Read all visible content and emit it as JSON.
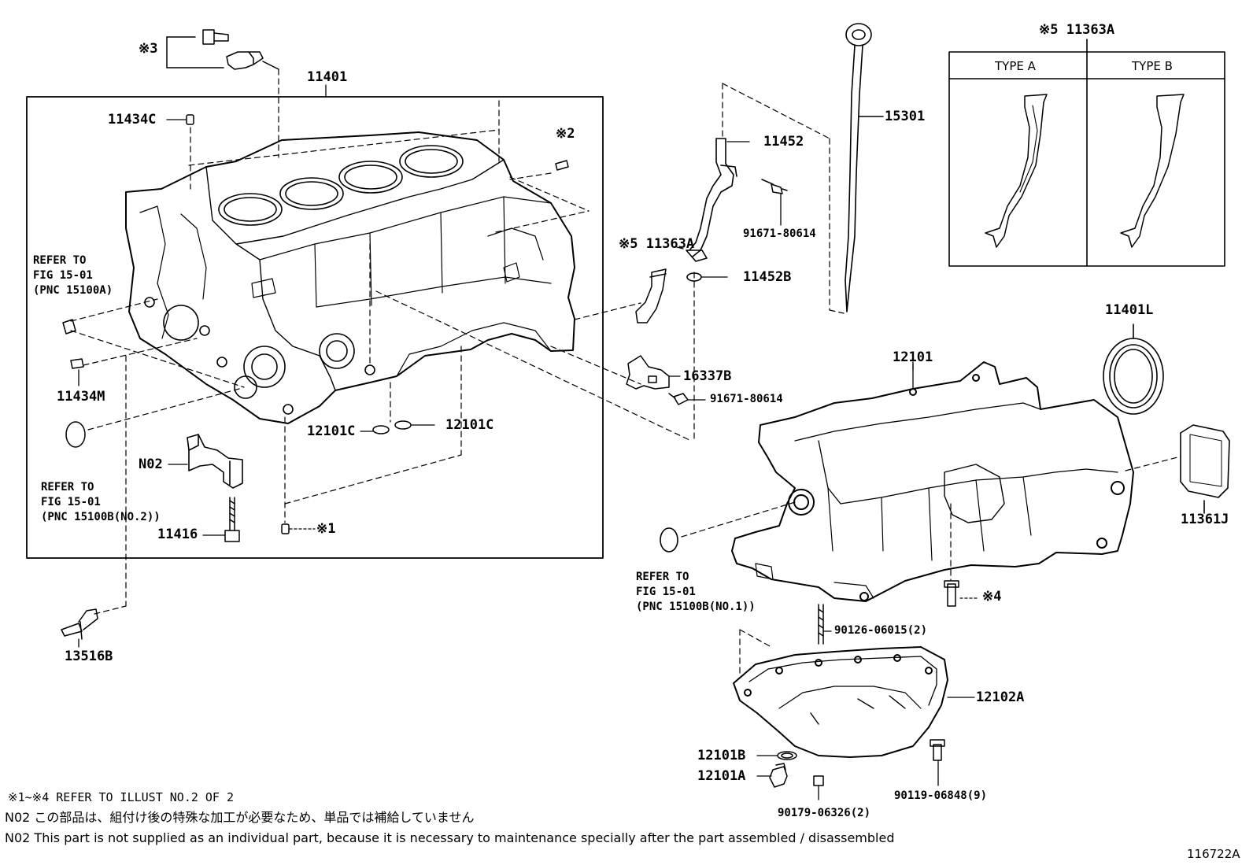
{
  "labels": {
    "p11401": "11401",
    "p11434C": "11434C",
    "p_star3": "※3",
    "p_star2": "※2",
    "p_star1": "※1",
    "p_star4": "※4",
    "p11434M": "11434M",
    "pN02": "N02",
    "p11416": "11416",
    "p13516B": "13516B",
    "p12101C_a": "12101C",
    "p12101C_b": "12101C",
    "p11363A_mid": "※5 11363A",
    "p16337B": "16337B",
    "p91671_a": "91671-80614",
    "p91671_b": "91671-80614",
    "p11452": "11452",
    "p11452B": "11452B",
    "p15301": "15301",
    "p11363A_top": "※5 11363A",
    "p11401L": "11401L",
    "p12101": "12101",
    "p11361J": "11361J",
    "p90126": "90126-06015(2)",
    "p12102A": "12102A",
    "p12101B": "12101B",
    "p12101A": "12101A",
    "p90119": "90119-06848(9)",
    "p90179": "90179-06326(2)"
  },
  "refs": {
    "ref_a": "REFER TO\nFIG 15-01\n(PNC 15100A)",
    "ref_b": "REFER TO\nFIG 15-01\n(PNC 15100B(NO.2))",
    "ref_c": "REFER TO\nFIG 15-01\n(PNC 15100B(NO.1))"
  },
  "type_box": {
    "type_a": "TYPE A",
    "type_b": "TYPE B"
  },
  "notes": {
    "line1": "※1~※4 REFER TO ILLUST NO.2 OF 2",
    "line2": "N02 この部品は、組付け後の特殊な加工が必要なため、単品では補給していません",
    "line3": "N02 This part is not supplied as an individual part, because it is necessary to maintenance specially after the part assembled / disassembled"
  },
  "figure_id": "116722A"
}
